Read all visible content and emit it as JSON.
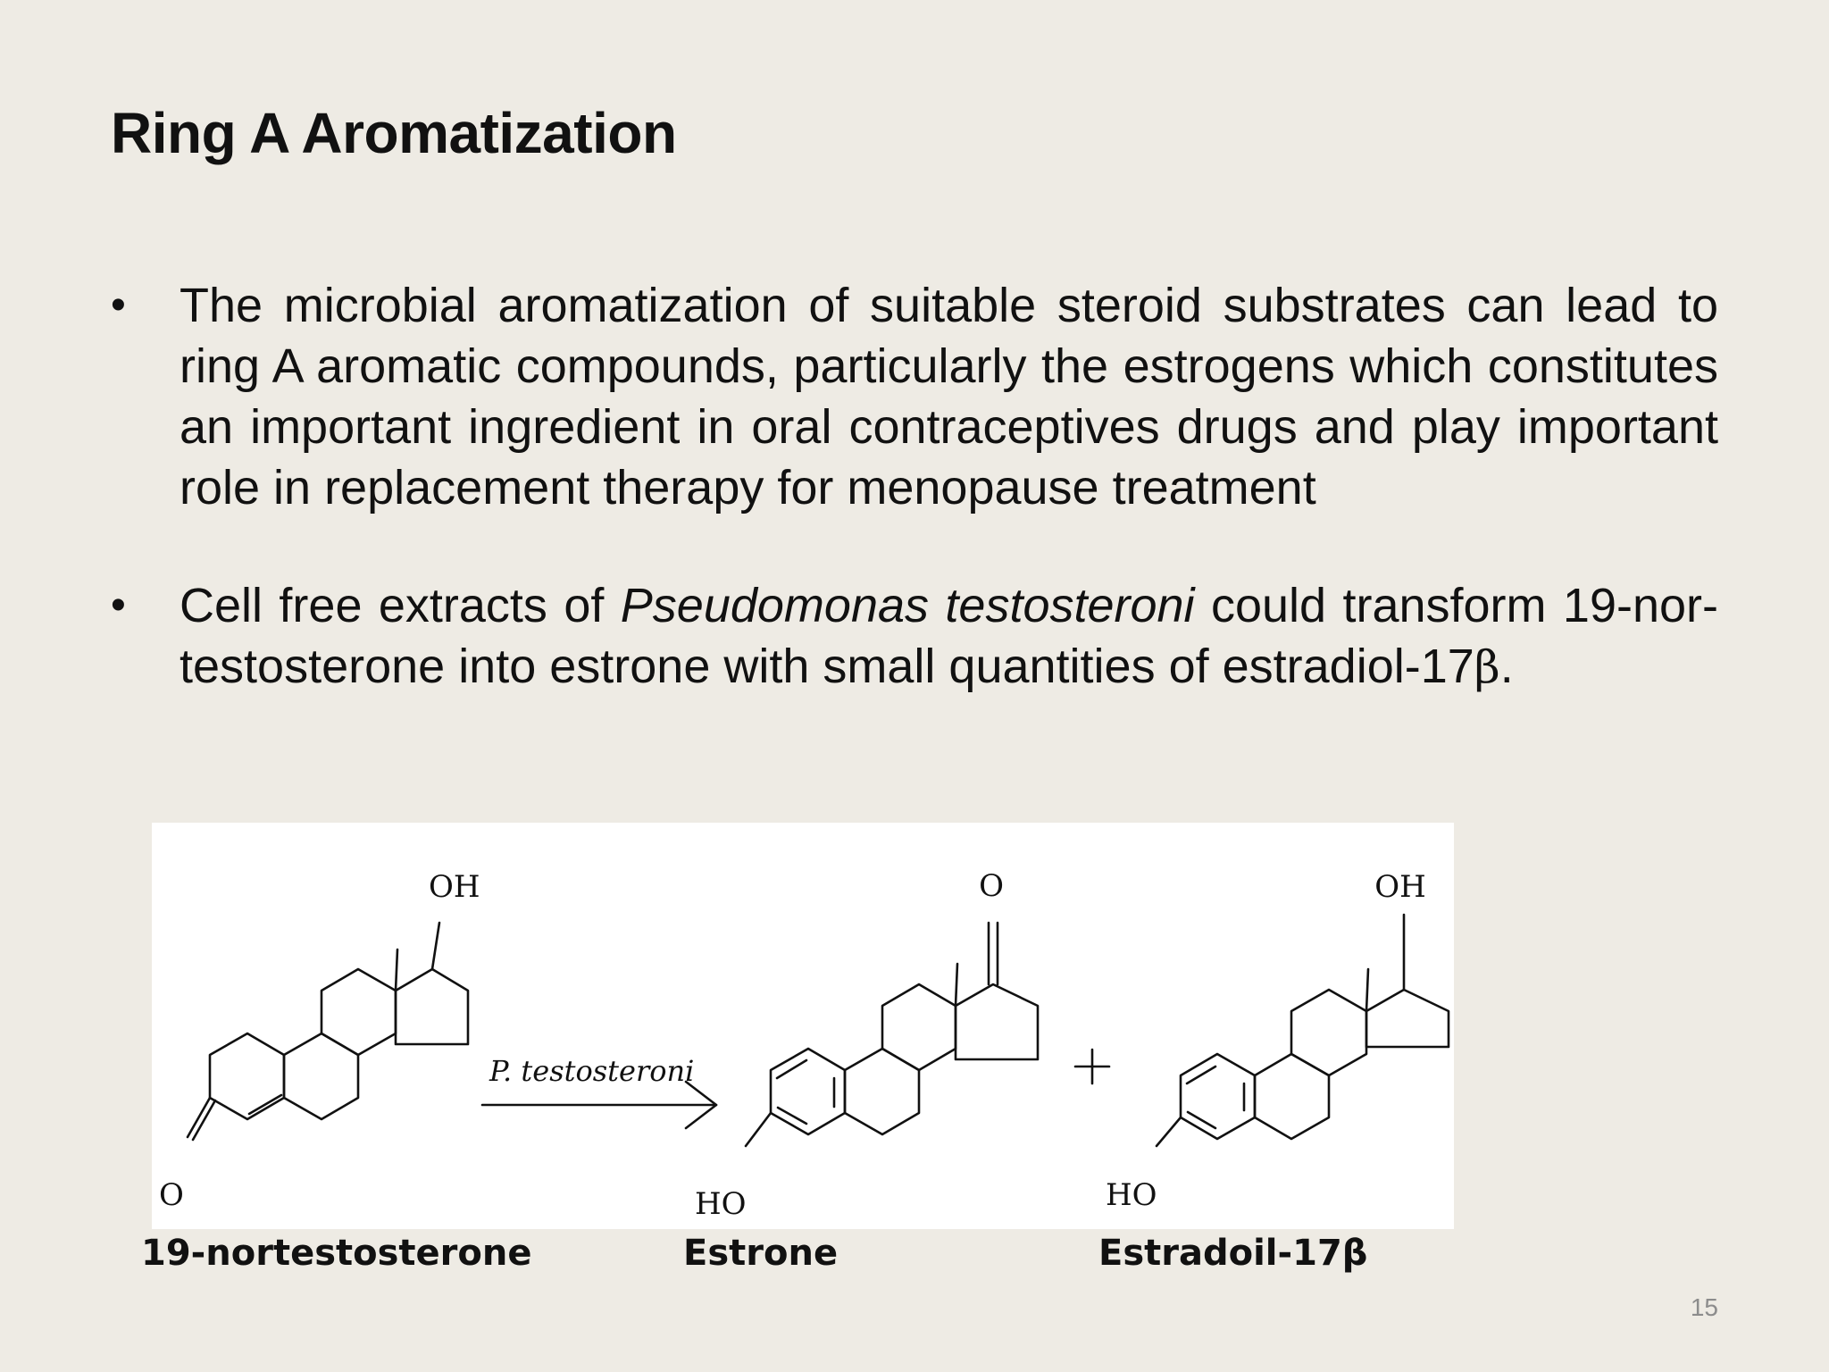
{
  "slide": {
    "title": "Ring A Aromatization",
    "bullets": [
      {
        "text": "The microbial aromatization of suitable steroid substrates can lead to ring A aromatic compounds, particularly the estrogens which constitutes an important ingredient in oral contraceptives drugs and play important role in replacement therapy for menopause treatment"
      },
      {
        "pre": "Cell free extracts of ",
        "italic": "Pseudomonas testosteroni",
        "post": " could transform 19-nor-testosterone into estrone with small quantities of estradiol-17",
        "symbol": "β",
        "end": "."
      }
    ],
    "page_number": "15"
  },
  "figure": {
    "reagent": "P. testosteroni",
    "plus": "+",
    "atoms": {
      "oh1": "OH",
      "o1": "O",
      "o2": "O",
      "ho2": "HO",
      "oh3": "OH",
      "ho3": "HO"
    },
    "captions": [
      "19-nortestosterone",
      "Estrone",
      "Estradoil-17β"
    ]
  }
}
